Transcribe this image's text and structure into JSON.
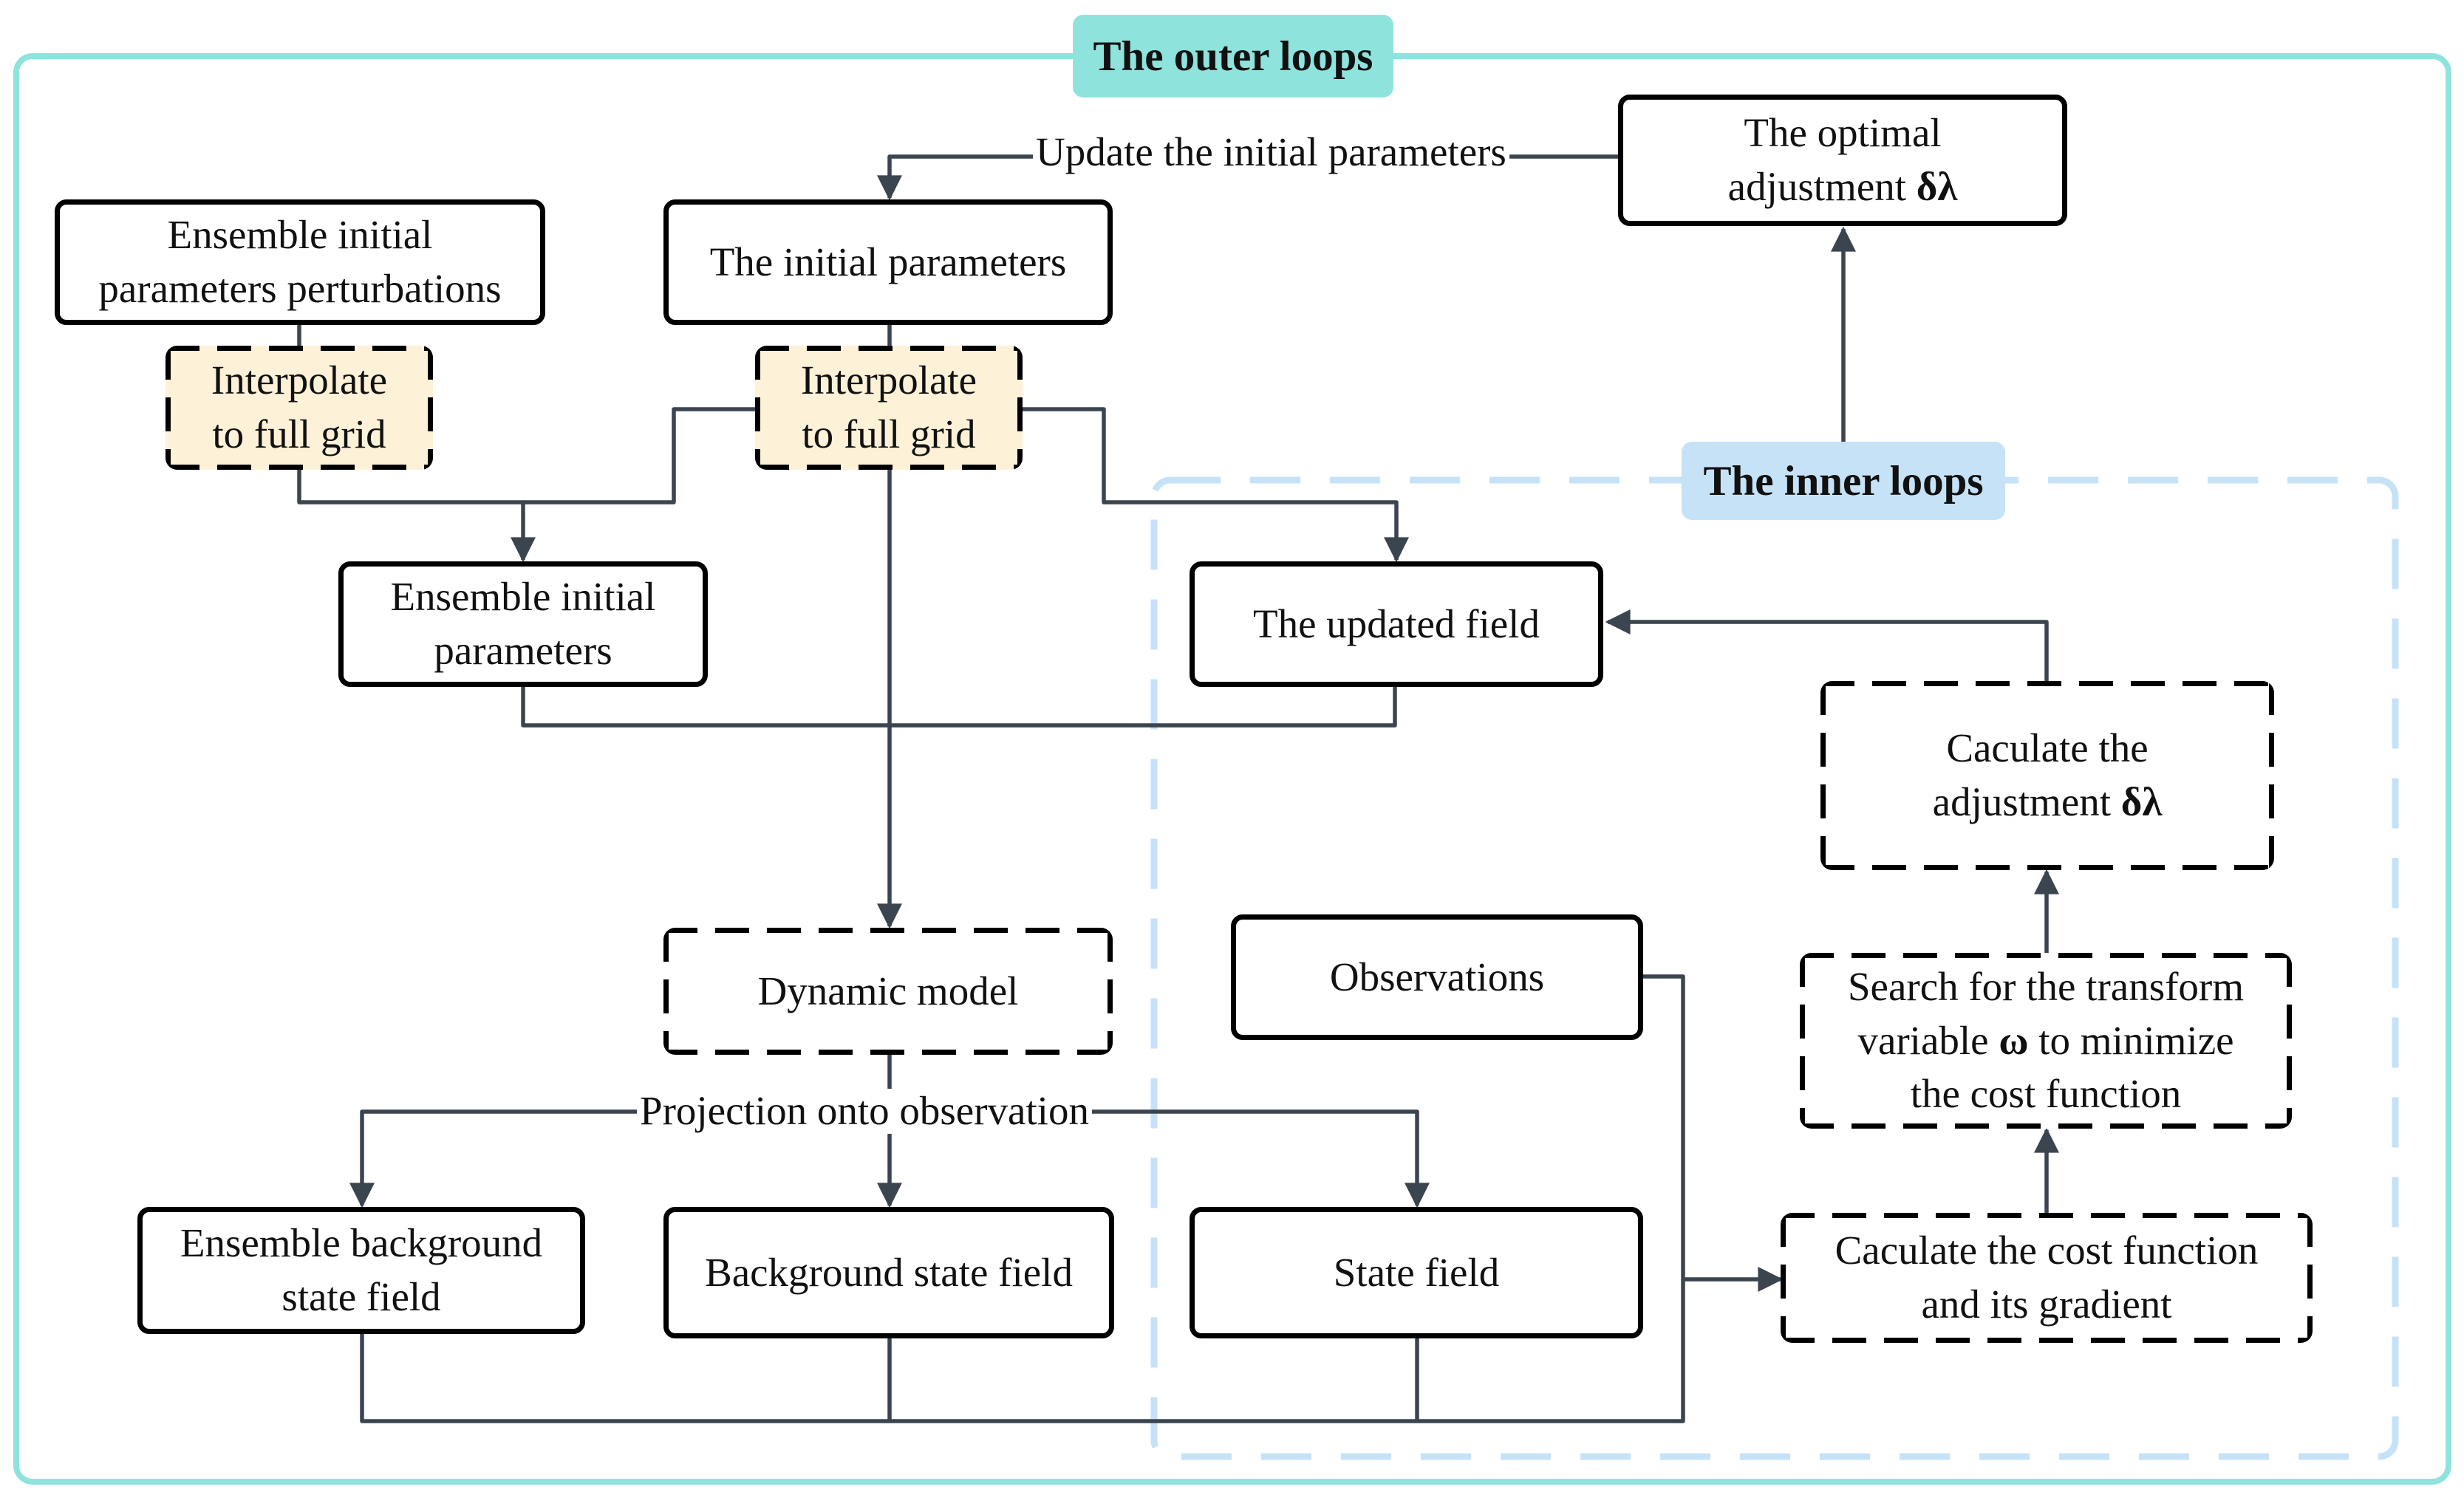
{
  "diagram": {
    "outer_loops_label": "The outer loops",
    "inner_loops_label": "The inner loops",
    "nodes": {
      "ensemble_perturbations": {
        "line1": "Ensemble initial",
        "line2": "parameters perturbations"
      },
      "initial_parameters": {
        "label": "The initial parameters"
      },
      "optimal_adjustment": {
        "line1": "The optimal",
        "line2": "adjustment",
        "symbol": "δλ"
      },
      "interpolate_left": {
        "line1": "Interpolate",
        "line2": "to full grid"
      },
      "interpolate_center": {
        "line1": "Interpolate",
        "line2": "to full grid"
      },
      "ensemble_initial_parameters": {
        "line1": "Ensemble initial",
        "line2": "parameters"
      },
      "updated_field": {
        "label": "The updated field"
      },
      "calculate_adjustment": {
        "line1": "Caculate the",
        "line2": "adjustment",
        "symbol": "δλ"
      },
      "dynamic_model": {
        "label": "Dynamic model"
      },
      "observations": {
        "label": "Observations"
      },
      "search_transform": {
        "line1": "Search for the transform",
        "line2_pre": "variable",
        "symbol": "ω",
        "line2_post": "to minimize",
        "line3": "the cost function"
      },
      "ensemble_background": {
        "line1": "Ensemble background",
        "line2": "state field"
      },
      "background_state": {
        "label": "Background state field"
      },
      "state_field": {
        "label": "State field"
      },
      "cost_function": {
        "line1": "Caculate the cost function",
        "line2": "and its gradient"
      }
    },
    "edge_labels": {
      "update": "Update the initial parameters",
      "projection": "Projection onto observation"
    },
    "colors": {
      "outer_border": "#8fe3dd",
      "outer_tag_fill": "#8fe3dd",
      "inner_border": "#c6e2f7",
      "inner_tag_fill": "#c6e2f7",
      "interpolate_fill": "#fdf1d8",
      "connector": "#3b4550"
    }
  }
}
